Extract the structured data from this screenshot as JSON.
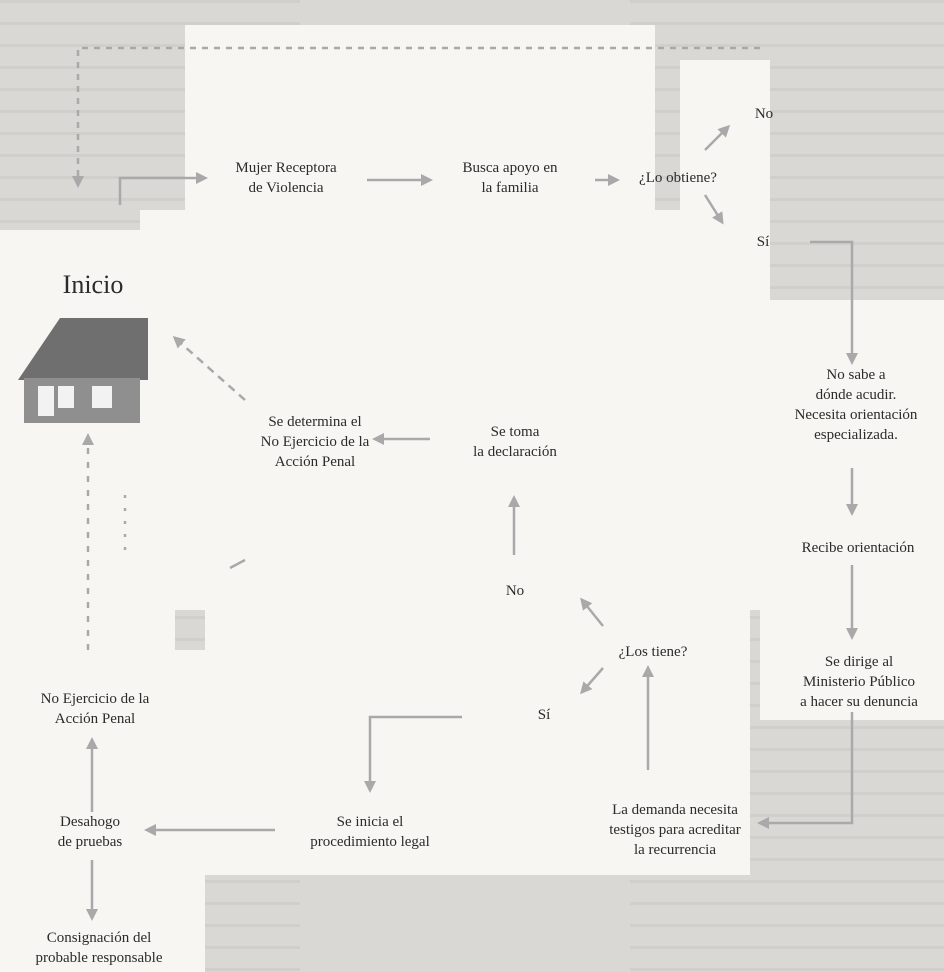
{
  "nodes": {
    "inicio": "Inicio",
    "mujer": "Mujer Receptora\nde Violencia",
    "familia": "Busca apoyo en\nla familia",
    "obtiene": "¿Lo obtiene?",
    "no_top": "No",
    "si_top": "Sí",
    "no_sabe": "No sabe a\ndónde acudir.\nNecesita orientación\nespecializada.",
    "recibe": "Recibe orientación",
    "dirige": "Se dirige al\nMinisterio Público\na hacer su denuncia",
    "demanda": "La demanda necesita\ntestigos para acreditar\nla recurrencia",
    "los_tiene": "¿Los tiene?",
    "no_mid": "No",
    "si_mid": "Sí",
    "declaracion": "Se toma\nla declaración",
    "no_ejercicio_det": "Se determina el\nNo Ejercicio de la\nAcción Penal",
    "procedimiento": "Se inicia el\nprocedimiento legal",
    "desahogo": "Desahogo\nde pruebas",
    "no_ejercicio": "No Ejercicio de la\nAcción Penal",
    "consignacion": "Consignación del\nprobable responsable"
  },
  "colors": {
    "arrow": "#a9a9a9",
    "house_roof": "#6f6f6f",
    "house_body": "#8f8f8f",
    "house_window": "#f2f2f2",
    "background": "#d9d8d5",
    "panel": "#f7f6f3"
  },
  "icons": {
    "house": "house-icon"
  }
}
